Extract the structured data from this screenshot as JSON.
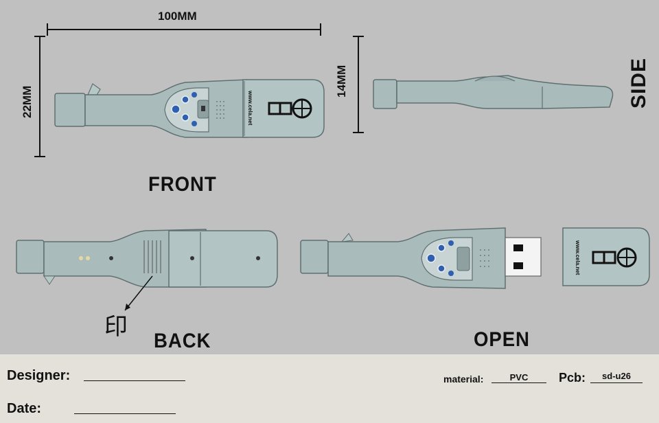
{
  "dimensions": {
    "width_label": "100MM",
    "height_label": "22MM",
    "side_height_label": "14MM"
  },
  "views": {
    "front": "FRONT",
    "side": "SIDE",
    "back": "BACK",
    "open": "OPEN"
  },
  "print_mark": "印",
  "logo": {
    "url_text": "www.cela.net",
    "brand": "cela"
  },
  "footer": {
    "designer_label": "Designer:",
    "date_label": "Date:",
    "material_label": "material:",
    "material_value": "PVC",
    "pcb_label": "Pcb:",
    "pcb_value": "sd-u26"
  },
  "colors": {
    "background": "#c0c0c0",
    "device_body": "#a9bcbb",
    "outline": "#5f6f70",
    "footer": "#e4e1db",
    "button_blue": "#2f5fb0"
  }
}
